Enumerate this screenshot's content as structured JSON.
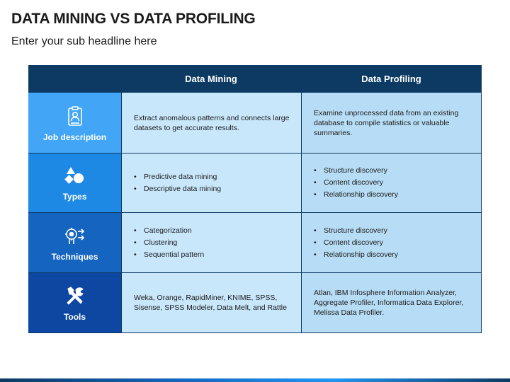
{
  "title": "DATA MINING VS DATA PROFILING",
  "subtitle": "Enter your sub headline here",
  "columns": {
    "col1": "Data Mining",
    "col2": "Data Profiling"
  },
  "rows": [
    {
      "label": "Job description",
      "icon": "clipboard-person-icon",
      "color": "#42a5f5",
      "mining": "Extract anomalous patterns and connects large datasets to get accurate results.",
      "profiling": "Examine unprocessed data from an existing database to compile statistics or valuable summaries."
    },
    {
      "label": "Types",
      "icon": "shapes-icon",
      "color": "#1e88e5",
      "mining": [
        "Predictive data mining",
        "Descriptive data mining"
      ],
      "profiling": [
        "Structure discovery",
        "Content discovery",
        "Relationship discovery"
      ]
    },
    {
      "label": "Techniques",
      "icon": "brain-gear-icon",
      "color": "#1565c0",
      "mining": [
        "Categorization",
        "Clustering",
        "Sequential pattern"
      ],
      "profiling": [
        "Structure discovery",
        "Content discovery",
        "Relationship discovery"
      ]
    },
    {
      "label": "Tools",
      "icon": "tools-icon",
      "color": "#0d47a1",
      "mining": "Weka, Orange, RapidMiner, KNIME, SPSS, Sisense, SPSS Modeler, Data Melt, and Rattle",
      "profiling": "Atlan, IBM Infosphere Information Analyzer, Aggregate Profiler, Informatica Data Explorer, Melissa Data Profiler."
    }
  ]
}
